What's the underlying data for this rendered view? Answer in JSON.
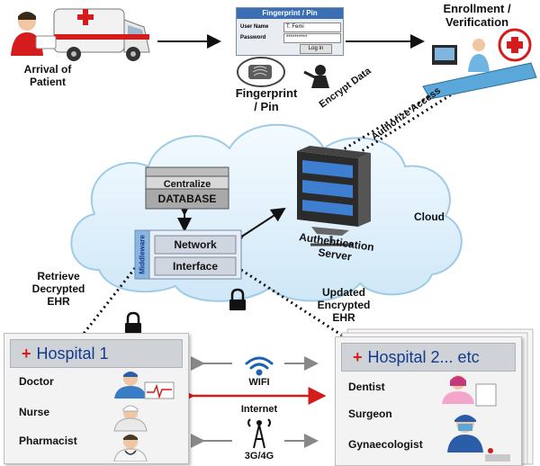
{
  "top": {
    "arrival_label": "Arrival of\nPatient",
    "fingerprint_label": "Fingerprint\n/ Pin",
    "enrollment_label": "Enrollment /\nVerification"
  },
  "login_form": {
    "title": "Fingerprint / Pin",
    "username_label": "User Name",
    "username_value": "T. Femi",
    "password_label": "Password",
    "password_value": "**********",
    "button": "Log in"
  },
  "links": {
    "encrypt": "Encrypt Data",
    "authorize": "Authorize Access",
    "retrieve": "Retrieve\nDecrypted\nEHR",
    "updated": "Updated\nEncrypted\nEHR"
  },
  "cloud": {
    "label": "Cloud",
    "db_line1": "Centralize",
    "db_line2": "DATABASE",
    "middleware": "Middleware",
    "network": "Network",
    "interface": "Interface",
    "auth_server": "Authentication\nServer"
  },
  "hospital1": {
    "title": "Hospital 1",
    "roles": [
      "Doctor",
      "Nurse",
      "Pharmacist"
    ]
  },
  "hospital2": {
    "title": "Hospital 2... etc",
    "roles": [
      "Dentist",
      "Surgeon",
      "Gynaecologist"
    ]
  },
  "connectivity": {
    "wifi": "WIFI",
    "internet": "Internet",
    "cellular": "3G/4G"
  },
  "icons": [
    "ambulance-icon",
    "fingerprint-scanner-icon",
    "doctor-desk-icon",
    "server-icon",
    "database-icon",
    "padlock-icon",
    "wifi-icon",
    "cell-tower-icon"
  ]
}
